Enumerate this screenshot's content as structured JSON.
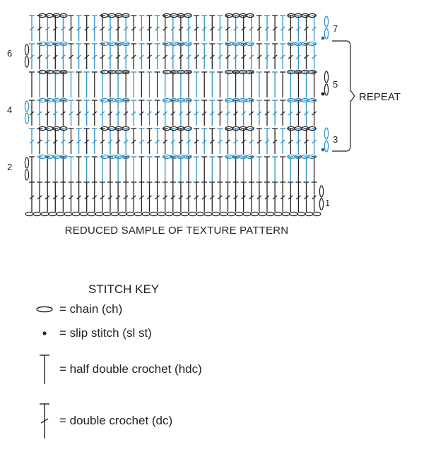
{
  "chart": {
    "row_labels": {
      "row1": "1",
      "row2": "2",
      "row3": "3",
      "row4": "4",
      "row5": "5",
      "row6": "6",
      "row7": "7"
    },
    "repeat_label": "REPEAT",
    "caption": "REDUCED SAMPLE OF TEXTURE PATTERN",
    "colors": {
      "ink": "#222222",
      "blue": "#2e8fc4",
      "dot_blue": "#1f6fa8"
    }
  },
  "key": {
    "title": "STITCH KEY",
    "items": [
      {
        "icon": "chain-icon",
        "text": "= chain (ch)"
      },
      {
        "icon": "slip-stitch-icon",
        "text": "= slip stitch (sl st)"
      },
      {
        "icon": "half-double-crochet-icon",
        "text": "= half double crochet (hdc)"
      },
      {
        "icon": "double-crochet-icon",
        "text": "= double crochet (dc)"
      }
    ]
  }
}
